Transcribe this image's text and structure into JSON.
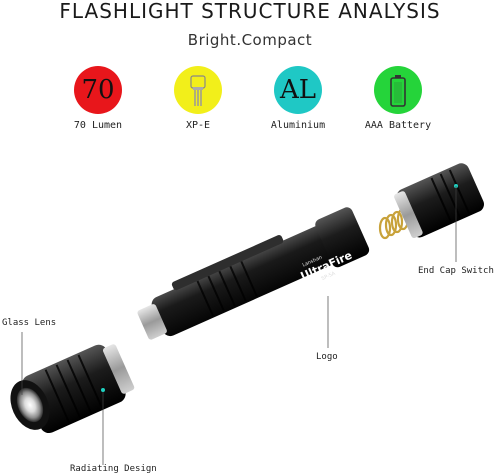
{
  "header": {
    "title": "FLASHLIGHT STRUCTURE ANALYSIS",
    "subtitle": "Bright.Compact"
  },
  "features": [
    {
      "symbol": "70",
      "label": "70 Lumen",
      "color": "#e8161b",
      "icon": "lumen-badge"
    },
    {
      "symbol": "",
      "label": "XP-E",
      "color": "#f2ef1a",
      "icon": "led-chip-icon"
    },
    {
      "symbol": "AL",
      "label": "Aluminium",
      "color": "#1fc8c5",
      "icon": "aluminium-badge"
    },
    {
      "symbol": "",
      "label": "AAA Battery",
      "color": "#25d43a",
      "icon": "battery-icon"
    }
  ],
  "callouts": {
    "end_cap_switch": "End Cap Switch",
    "glass_lens": "Glass Lens",
    "logo": "Logo",
    "radiating_design": "Radiating Design"
  },
  "product": {
    "brand": "UltraFire",
    "model": "SP-5A",
    "brand_prefix": "Lanshan"
  }
}
